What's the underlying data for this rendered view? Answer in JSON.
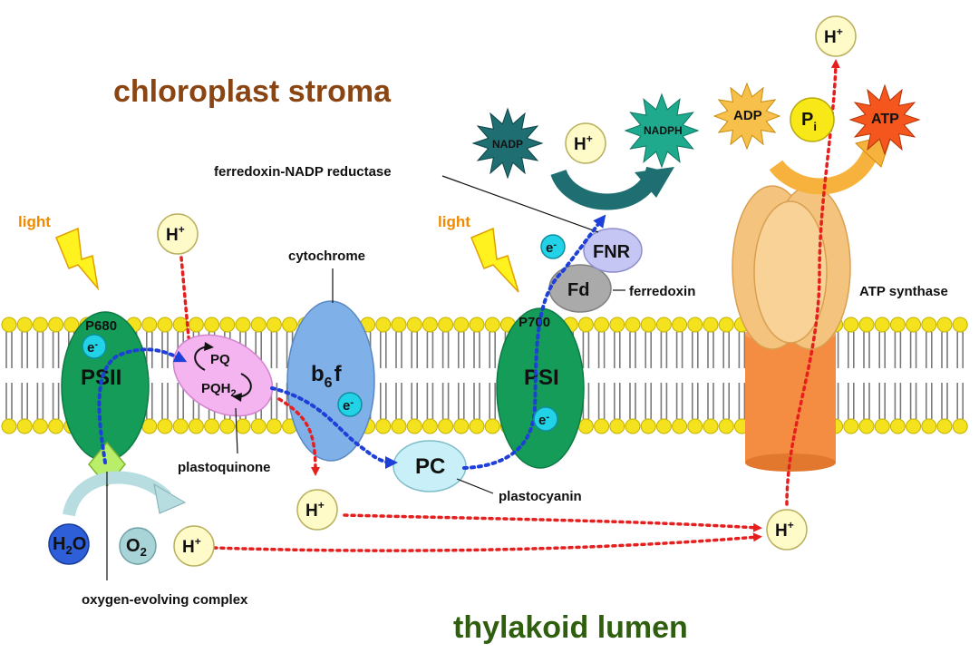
{
  "regions": {
    "stroma": "chloroplast stroma",
    "lumen": "thylakoid lumen"
  },
  "labels": {
    "light": "light",
    "ferredoxin_nadp_reductase": "ferredoxin-NADP reductase",
    "cytochrome": "cytochrome",
    "ferredoxin": "ferredoxin",
    "atp_synthase": "ATP synthase",
    "plastoquinone": "plastoquinone",
    "plastocyanin": "plastocyanin",
    "oxygen_evolving_complex": "oxygen-evolving complex"
  },
  "complexes": {
    "psii": "PSII",
    "p680": "P680",
    "psi": "PSI",
    "p700": "P700",
    "b6f_main": "b",
    "b6f_sub": "6",
    "b6f_end": "f",
    "pc": "PC",
    "fnr": "FNR",
    "fd": "Fd",
    "pq": "PQ",
    "pqh2_main": "PQH",
    "pqh2_sub": "2"
  },
  "molecules": {
    "electron": "e",
    "electron_charge": "-",
    "proton": "H",
    "proton_charge": "+",
    "nadp": "NADP",
    "nadph": "NADPH",
    "adp": "ADP",
    "atp": "ATP",
    "pi_main": "P",
    "pi_sub": "i",
    "h2o_a": "H",
    "h2o_b": "2",
    "h2o_c": "O",
    "o2_main": "O",
    "o2_sub": "2"
  },
  "colors": {
    "stroma_text": "#8B4513",
    "lumen_text": "#2E5E0E",
    "light_text": "#F08A00",
    "psii": "#149C58",
    "psi": "#149C58",
    "cytochrome": "#7FB0E8",
    "pq": "#F4B4F0",
    "pc": "#C9F0F8",
    "fnr": "#C6C6F4",
    "fd": "#AAAAAA",
    "electron": "#22D3E8",
    "proton": "#FFFBC8",
    "nadp": "#1E6E72",
    "nadph": "#1FAA8E",
    "adp": "#F6C04A",
    "atp": "#F4561E",
    "pi": "#F8E818",
    "h2o": "#2E5FD8",
    "o2": "#A8D4D8",
    "lipid_head": "#F4E21E",
    "atp_synthase_top": "#F4C37E",
    "atp_synthase_stalk": "#F48C42",
    "electron_path": "#1E3FD8",
    "proton_path": "#E61E1E"
  }
}
